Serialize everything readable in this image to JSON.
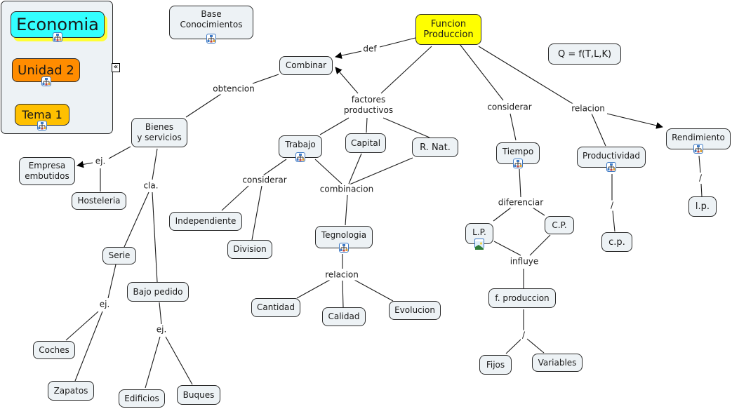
{
  "nav_panel": {
    "items": [
      {
        "label": "Economia",
        "color": "#33ffff",
        "shadow": "#ffff33"
      },
      {
        "label": "Unidad 2",
        "color": "#ff8c00"
      },
      {
        "label": "Tema 1",
        "color": "#ffc000"
      }
    ],
    "collapse_glyph": "«"
  },
  "colors": {
    "node_bg": "#edf2f5",
    "root_bg": "#ffff00",
    "line": "#1a1a1a",
    "submap_border": "#3b78c4"
  },
  "concepts": {
    "base_conocimientos": "Base\nConocimientos",
    "funcion_produccion": "Funcion\nProduccion",
    "formula": "Q = f(T,L,K)",
    "combinar": "Combinar",
    "bienes_servicios": "Bienes\ny servicios",
    "empresa_embutidos": "Empresa\nembutidos",
    "hosteleria": "Hosteleria",
    "serie": "Serie",
    "bajo_pedido": "Bajo pedido",
    "coches": "Coches",
    "zapatos": "Zapatos",
    "edificios": "Edificios",
    "buques": "Buques",
    "trabajo": "Trabajo",
    "capital": "Capital",
    "r_nat": "R. Nat.",
    "independiente": "Independiente",
    "division": "Division",
    "tegnologia": "Tegnologia",
    "cantidad": "Cantidad",
    "calidad": "Calidad",
    "evolucion": "Evolucion",
    "tiempo": "Tiempo",
    "lp_upper": "L.P.",
    "cp_upper": "C.P.",
    "f_produccion": "f. produccion",
    "fijos": "Fijos",
    "variables": "Variables",
    "productividad": "Productividad",
    "cp_lower": "c.p.",
    "rendimiento": "Rendimiento",
    "lp_lower": "l.p."
  },
  "link_labels": {
    "def": "def",
    "obtencion": "obtencion",
    "factores_productivos": "factores\nproductivos",
    "ej_bienes": "ej.",
    "cla": "cla.",
    "ej_serie": "ej.",
    "ej_bajo": "ej.",
    "considerar_trabajo": "considerar",
    "combinacion": "combinacion",
    "relacion_teg": "relacion",
    "considerar_fp": "considerar",
    "diferenciar": "diferenciar",
    "influye": "influye",
    "slash_fprod": "/",
    "relacion_fp": "relacion",
    "slash_prod": "/",
    "slash_rend": "/"
  }
}
